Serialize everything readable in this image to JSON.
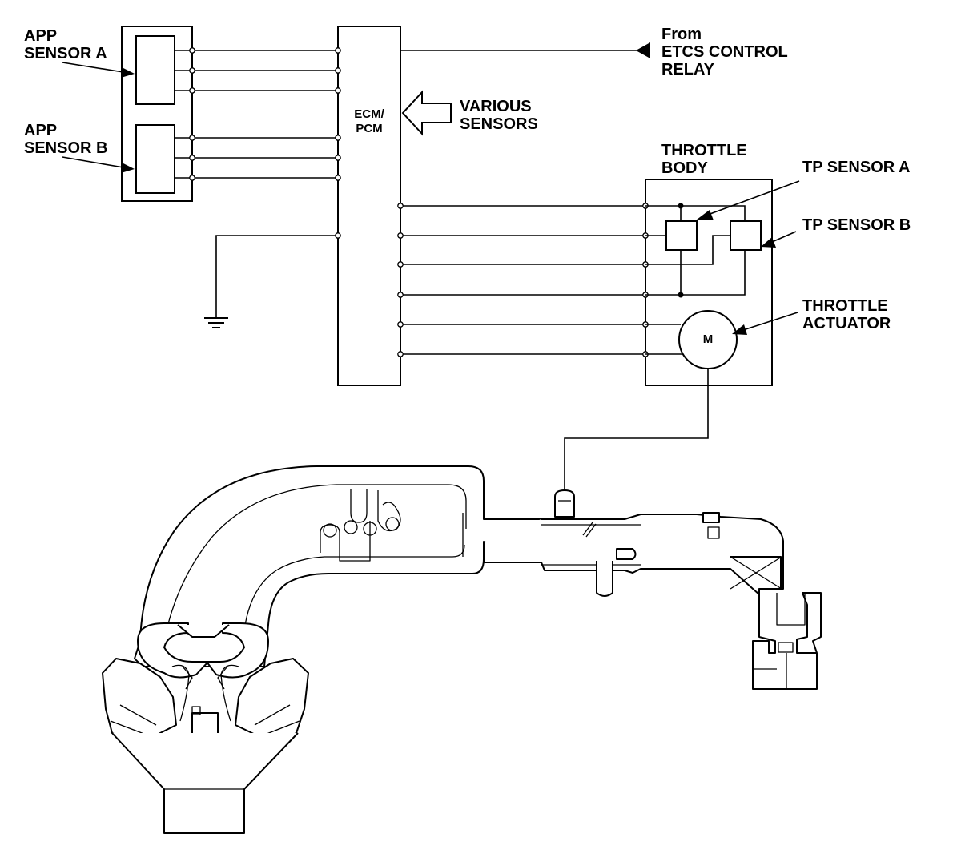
{
  "labels": {
    "app_sensor_a": [
      "APP",
      "SENSOR A"
    ],
    "app_sensor_b": [
      "APP",
      "SENSOR B"
    ],
    "ecm": [
      "ECM/",
      "PCM"
    ],
    "etcs_relay": [
      "From",
      "ETCS CONTROL",
      "RELAY"
    ],
    "various_sensors": [
      "VARIOUS",
      "SENSORS"
    ],
    "throttle_body": [
      "THROTTLE",
      "BODY"
    ],
    "tp_sensor_a": "TP SENSOR A",
    "tp_sensor_b": "TP SENSOR B",
    "throttle_actuator": [
      "THROTTLE",
      "ACTUATOR"
    ],
    "motor": "M"
  }
}
